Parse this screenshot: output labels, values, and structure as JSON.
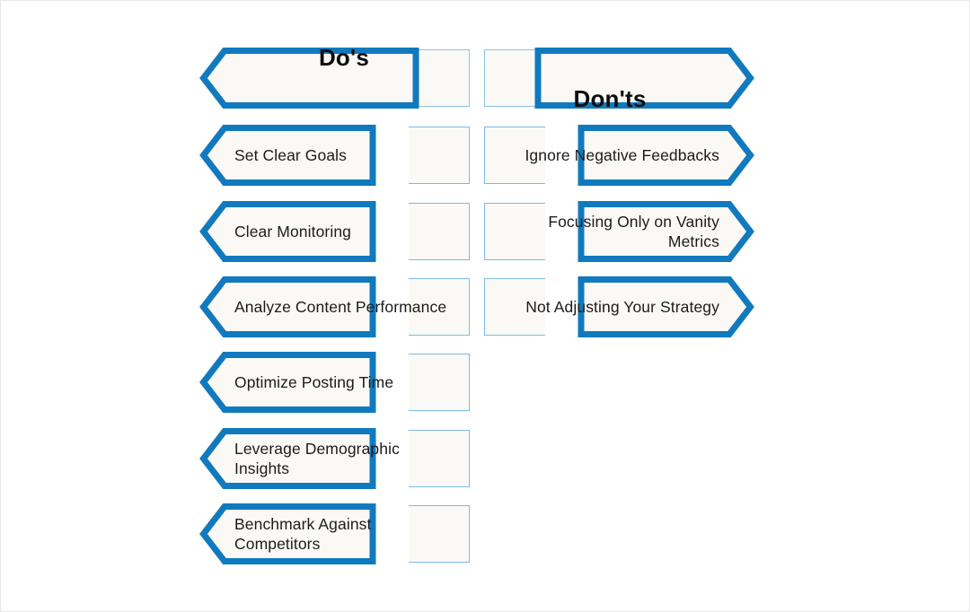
{
  "theme": {
    "accent_blue": "#1179be",
    "ghost_border_blue": "#7cbbdf",
    "card_fill": "#faf9f5",
    "page_background": "#ffffff",
    "text_color": "#1c1c1c",
    "header_text_color": "#0d0d0d"
  },
  "columns": [
    {
      "id": "dos",
      "header": "Do's",
      "direction": "left",
      "items": [
        {
          "label": "Set Clear Goals"
        },
        {
          "label": "Clear Monitoring"
        },
        {
          "label": "Analyze Content Performance"
        },
        {
          "label": "Optimize Posting Time"
        },
        {
          "label": "Leverage Demographic\nInsights"
        },
        {
          "label": "Benchmark Against\nCompetitors"
        }
      ]
    },
    {
      "id": "donts",
      "header": "Don'ts",
      "direction": "right",
      "items": [
        {
          "label": "Ignore Negative Feedbacks"
        },
        {
          "label": "Focusing Only on Vanity\nMetrics"
        },
        {
          "label": "Not Adjusting Your Strategy"
        }
      ]
    }
  ]
}
